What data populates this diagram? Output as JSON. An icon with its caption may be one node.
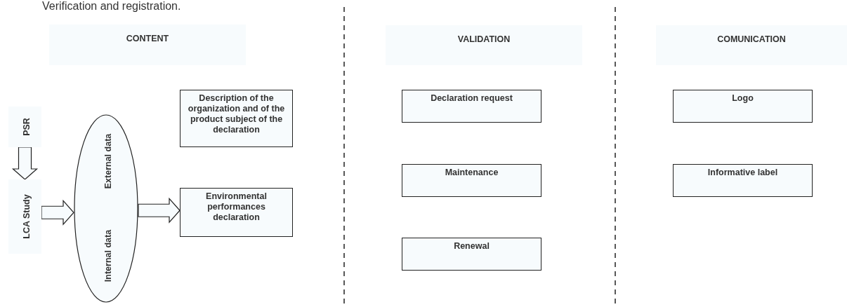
{
  "diagram": {
    "nodes": [
      {
        "text": [
          "CONTENT"
        ]
      },
      {
        "text": [
          "VALIDATION"
        ]
      },
      {
        "text": [
          "COMUNICATION"
        ]
      },
      {
        "text": [
          "PSR"
        ]
      },
      {
        "text": [
          "LCA Study"
        ]
      },
      {
        "text": [
          "External data",
          "Internal data"
        ]
      },
      {
        "text": [
          "Description of the organization and of the product subject of the declaration"
        ]
      },
      {
        "text": [
          "Environmental performances declaration"
        ]
      },
      {
        "text": [
          "Declaration request"
        ]
      },
      {
        "text": [
          "Maintenance"
        ]
      },
      {
        "text": [
          "Renewal"
        ]
      },
      {
        "text": [
          "Logo"
        ]
      },
      {
        "text": [
          "Informative label"
        ]
      }
    ],
    "edges": [
      {
        "from": 3,
        "to": 4,
        "arrow": "to"
      },
      {
        "from": 4,
        "to": 5,
        "arrow": "to"
      },
      {
        "from": 5,
        "to": 7,
        "arrow": "to"
      }
    ],
    "labels": [
      "Verification and registration."
    ]
  }
}
